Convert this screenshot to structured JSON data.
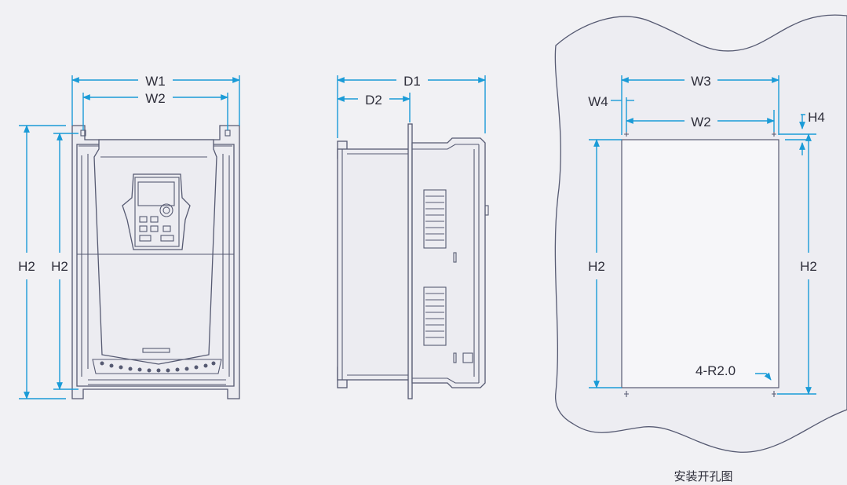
{
  "front_view": {
    "w1": "W1",
    "w2": "W2",
    "h2_outer": "H2",
    "h2_inner": "H2"
  },
  "side_view": {
    "d1": "D1",
    "d2": "D2"
  },
  "cutout_view": {
    "w3": "W3",
    "w4": "W4",
    "w2": "W2",
    "h4": "H4",
    "h2_left": "H2",
    "h2_right": "H2",
    "radius_note": "4-R2.0",
    "caption": "安装开孔图"
  },
  "colors": {
    "dimension": "#1a9bd7",
    "outline": "#565a72",
    "background": "#f1f1f4",
    "text": "#2e2e3a"
  }
}
